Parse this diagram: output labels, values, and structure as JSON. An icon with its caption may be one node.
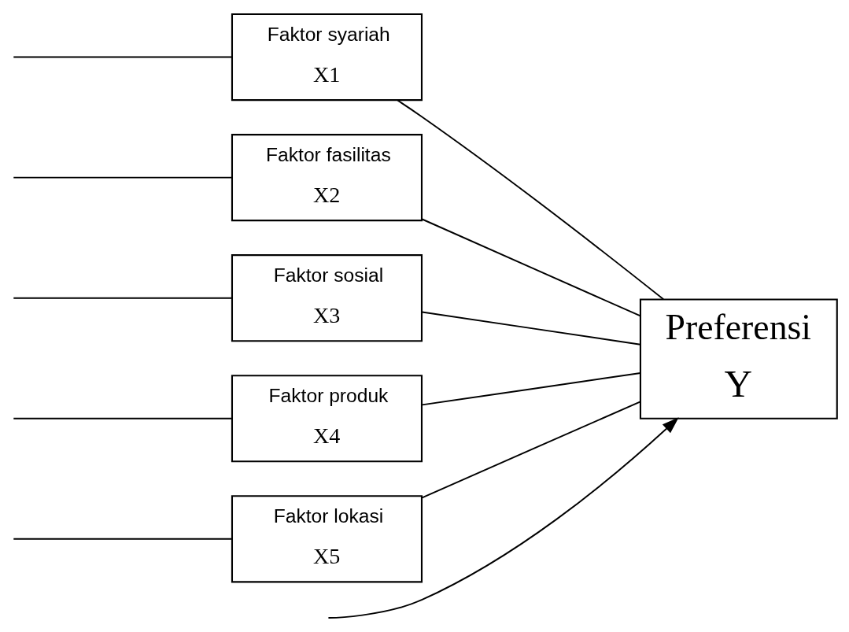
{
  "diagram": {
    "nodes": [
      {
        "text": [
          "Faktor syariah",
          "X1"
        ]
      },
      {
        "text": [
          "Faktor fasilitas",
          "X2"
        ]
      },
      {
        "text": [
          "Faktor sosial",
          "X3"
        ]
      },
      {
        "text": [
          "Faktor produk",
          "X4"
        ]
      },
      {
        "text": [
          "Faktor lokasi",
          "X5"
        ]
      },
      {
        "text": [
          "Preferensi",
          "Y"
        ]
      }
    ],
    "edges": [
      {
        "from": 0,
        "to": 5,
        "arrow": "none"
      },
      {
        "from": 1,
        "to": 5,
        "arrow": "none"
      },
      {
        "from": 2,
        "to": 5,
        "arrow": "none"
      },
      {
        "from": 3,
        "to": 5,
        "arrow": "none"
      },
      {
        "from": 4,
        "to": 5,
        "arrow": "none"
      },
      {
        "from": 0,
        "to": null,
        "arrow": "none"
      },
      {
        "from": 1,
        "to": null,
        "arrow": "none"
      },
      {
        "from": 2,
        "to": null,
        "arrow": "none"
      },
      {
        "from": 3,
        "to": null,
        "arrow": "none"
      },
      {
        "from": 4,
        "to": null,
        "arrow": "none"
      },
      {
        "from": null,
        "to": 5,
        "arrow": "to"
      }
    ]
  }
}
